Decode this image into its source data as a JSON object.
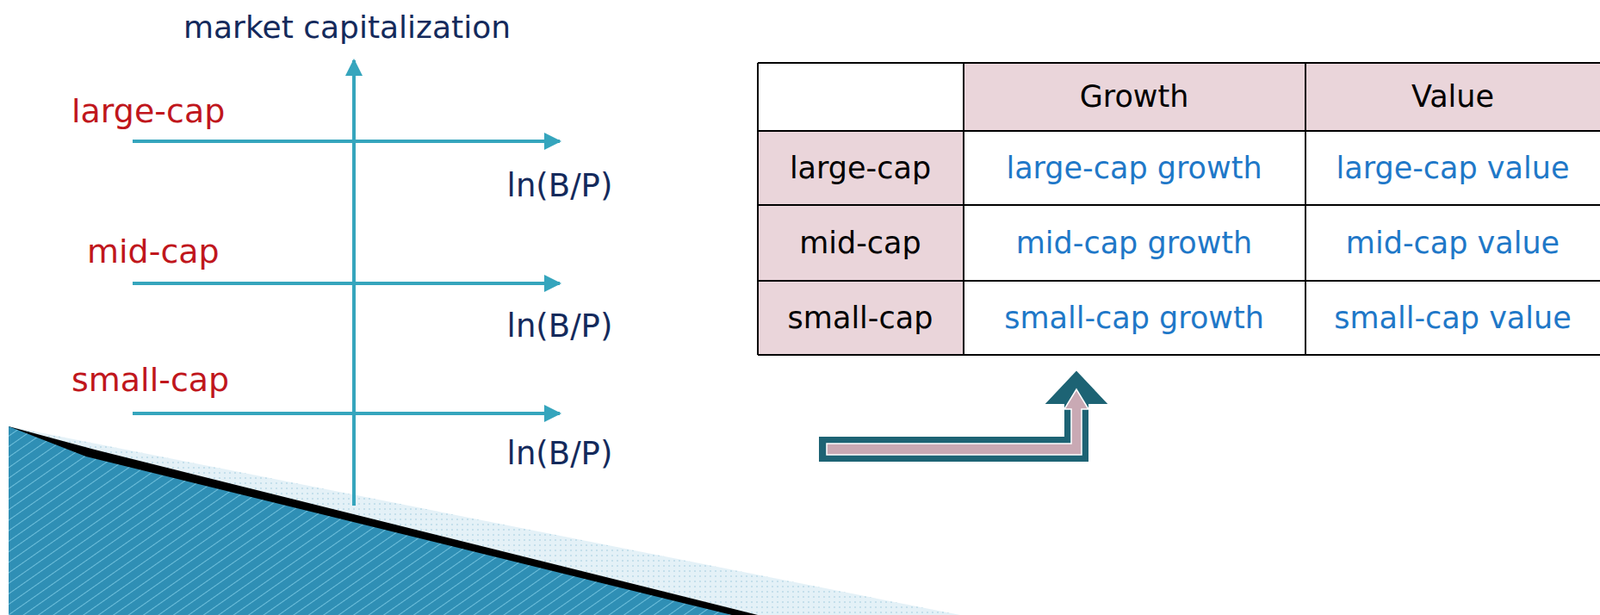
{
  "diagram": {
    "labels": [
      "market capitalization",
      "large-cap",
      "ln(B/P)",
      "mid-cap",
      "ln(B/P)",
      "small-cap",
      "ln(B/P)",
      "Growth",
      "Value",
      "large-cap",
      "large-cap growth",
      "large-cap value",
      "mid-cap",
      "mid-cap growth",
      "mid-cap value",
      "small-cap",
      "small-cap growth",
      "small-cap value"
    ]
  }
}
